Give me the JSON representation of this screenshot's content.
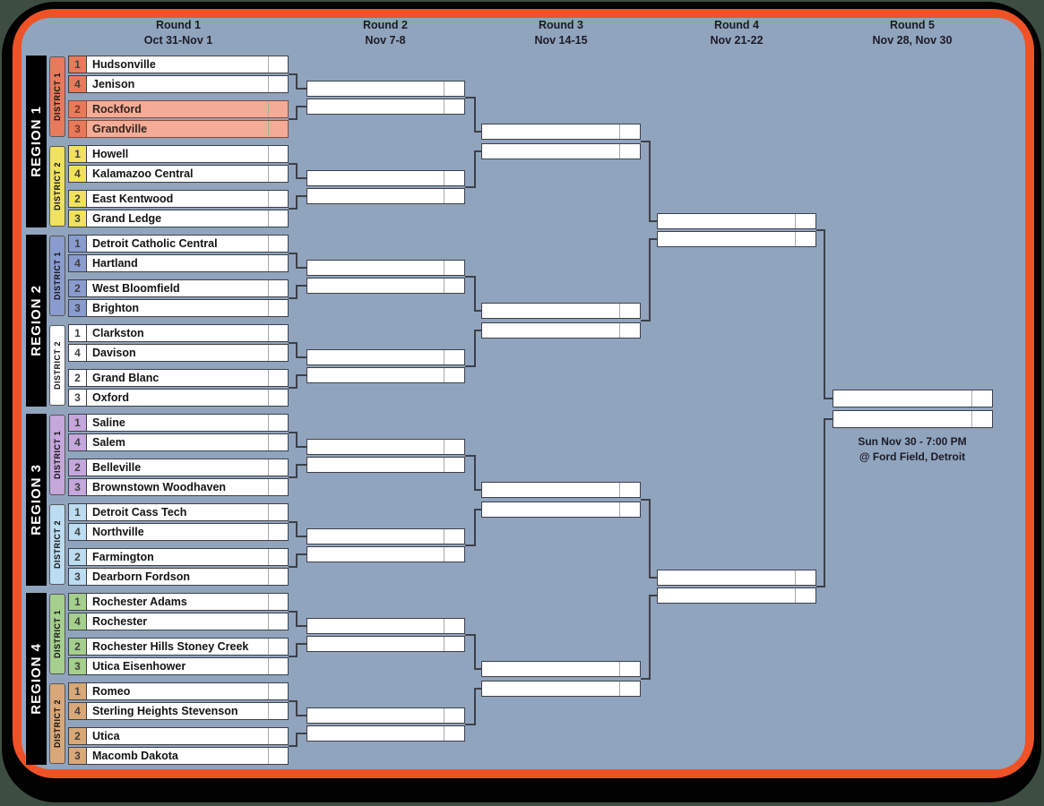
{
  "header": {
    "rounds": [
      {
        "label": "Round 1",
        "dates": "Oct 31-Nov 1"
      },
      {
        "label": "Round 2",
        "dates": "Nov 7-8"
      },
      {
        "label": "Round 3",
        "dates": "Nov 14-15"
      },
      {
        "label": "Round 4",
        "dates": "Nov 21-22"
      },
      {
        "label": "Round 5",
        "dates": "Nov 28, Nov 30"
      }
    ]
  },
  "final_note": {
    "time": "Sun Nov 30 - 7:00 PM",
    "venue": "@ Ford Field, Detroit"
  },
  "colors": {
    "page_bg": "#3E4D41",
    "shadow": "#020202",
    "frame_orange": "#EF5227",
    "canvas_bg": "#91A4BE",
    "box_border": "#3C4048",
    "connector": "#3C4048",
    "score_divider": "#A9A9A9",
    "region_bar_bg": "#000000",
    "region_bar_text": "#FFFFFF",
    "highlight_row_bg": "#F4AC96",
    "highlight_border": "#8A4A38",
    "highlight_seed_text": "#7B3426",
    "highlight_name_text": "#33241E",
    "header_text": "#1B1B26"
  },
  "regions": [
    {
      "label": "REGION 1",
      "districts": [
        {
          "label": "DISTRICT 1",
          "color": "#E87A5C",
          "teams": [
            {
              "seed": "1",
              "name": "Hudsonville",
              "highlight": false
            },
            {
              "seed": "4",
              "name": "Jenison",
              "highlight": false
            },
            {
              "seed": "2",
              "name": "Rockford",
              "highlight": true
            },
            {
              "seed": "3",
              "name": "Grandville",
              "highlight": true
            }
          ]
        },
        {
          "label": "DISTRICT 2",
          "color": "#F0E25C",
          "teams": [
            {
              "seed": "1",
              "name": "Howell",
              "highlight": false
            },
            {
              "seed": "4",
              "name": "Kalamazoo Central",
              "highlight": false
            },
            {
              "seed": "2",
              "name": "East Kentwood",
              "highlight": false
            },
            {
              "seed": "3",
              "name": "Grand Ledge",
              "highlight": false
            }
          ]
        }
      ]
    },
    {
      "label": "REGION 2",
      "districts": [
        {
          "label": "DISTRICT 1",
          "color": "#8A9CCE",
          "teams": [
            {
              "seed": "1",
              "name": "Detroit Catholic Central",
              "highlight": false
            },
            {
              "seed": "4",
              "name": "Hartland",
              "highlight": false
            },
            {
              "seed": "2",
              "name": "West Bloomfield",
              "highlight": false
            },
            {
              "seed": "3",
              "name": "Brighton",
              "highlight": false
            }
          ]
        },
        {
          "label": "DISTRICT 2",
          "color": "#FFFFFF",
          "teams": [
            {
              "seed": "1",
              "name": "Clarkston",
              "highlight": false
            },
            {
              "seed": "4",
              "name": "Davison",
              "highlight": false
            },
            {
              "seed": "2",
              "name": "Grand Blanc",
              "highlight": false
            },
            {
              "seed": "3",
              "name": "Oxford",
              "highlight": false
            }
          ]
        }
      ]
    },
    {
      "label": "REGION 3",
      "districts": [
        {
          "label": "DISTRICT 1",
          "color": "#C5A7DC",
          "teams": [
            {
              "seed": "1",
              "name": "Saline",
              "highlight": false
            },
            {
              "seed": "4",
              "name": "Salem",
              "highlight": false
            },
            {
              "seed": "2",
              "name": "Belleville",
              "highlight": false
            },
            {
              "seed": "3",
              "name": "Brownstown Woodhaven",
              "highlight": false
            }
          ]
        },
        {
          "label": "DISTRICT 2",
          "color": "#BCDCF2",
          "teams": [
            {
              "seed": "1",
              "name": "Detroit Cass Tech",
              "highlight": false
            },
            {
              "seed": "4",
              "name": "Northville",
              "highlight": false
            },
            {
              "seed": "2",
              "name": "Farmington",
              "highlight": false
            },
            {
              "seed": "3",
              "name": "Dearborn Fordson",
              "highlight": false
            }
          ]
        }
      ]
    },
    {
      "label": "REGION 4",
      "districts": [
        {
          "label": "DISTRICT 1",
          "color": "#A5CF8D",
          "teams": [
            {
              "seed": "1",
              "name": "Rochester Adams",
              "highlight": false
            },
            {
              "seed": "4",
              "name": "Rochester",
              "highlight": false
            },
            {
              "seed": "2",
              "name": "Rochester Hills Stoney Creek",
              "highlight": false
            },
            {
              "seed": "3",
              "name": "Utica Eisenhower",
              "highlight": false
            }
          ]
        },
        {
          "label": "DISTRICT 2",
          "color": "#D8A879",
          "teams": [
            {
              "seed": "1",
              "name": "Romeo",
              "highlight": false
            },
            {
              "seed": "4",
              "name": "Sterling Heights Stevenson",
              "highlight": false
            },
            {
              "seed": "2",
              "name": "Utica",
              "highlight": false
            },
            {
              "seed": "3",
              "name": "Macomb Dakota",
              "highlight": false
            }
          ]
        }
      ]
    }
  ]
}
